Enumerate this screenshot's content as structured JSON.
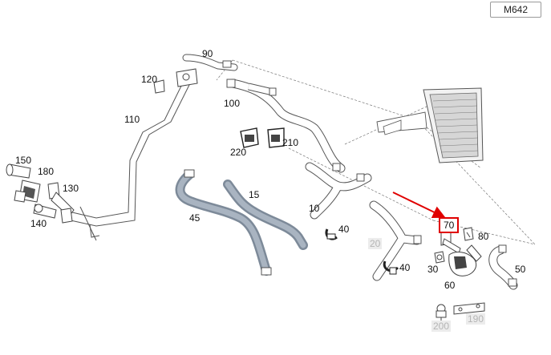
{
  "header": {
    "code": "M642"
  },
  "colors": {
    "highlight": "#e00000",
    "hose": "#9aa6b4",
    "line": "#555555",
    "callout_gray": "#b5b5b5"
  },
  "callouts": {
    "c90": "90",
    "c120": "120",
    "c100": "100",
    "c110": "110",
    "c220": "220",
    "c210": "210",
    "c150": "150",
    "c180": "180",
    "c130": "130",
    "c140": "140",
    "c45": "45",
    "c15": "15",
    "c10": "10",
    "c40a": "40",
    "c70": "70",
    "c80": "80",
    "c20": "20",
    "c40b": "40",
    "c30": "30",
    "c60": "60",
    "c50": "50",
    "c200": "200",
    "c190": "190"
  },
  "highlighted_callout": "70"
}
